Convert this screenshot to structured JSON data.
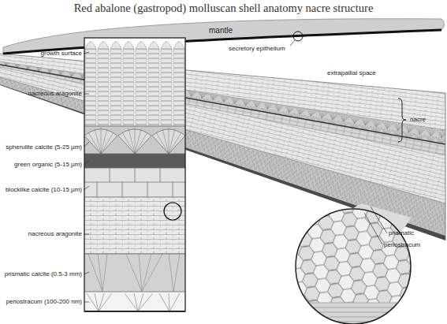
{
  "diagram": {
    "title": "Red abalone (gastropod) molluscan shell anatomy nacre structure",
    "nodes": [
      {
        "text": [
          "mantle"
        ]
      }
    ],
    "labels": [
      "growth surface",
      "secretory epithelium",
      "extrapallial space",
      "nacreous aragonite",
      "spherulite calcite (5-25 µm)",
      "nacre",
      "green organic (5-15 µm)",
      "blocklike calcite (10-15 µm)",
      "nacreous aragonite",
      "prismatic",
      "periostracum",
      "prismatic calcite (0.5-3 mm)",
      "periostracum (100-200 nm)"
    ]
  }
}
